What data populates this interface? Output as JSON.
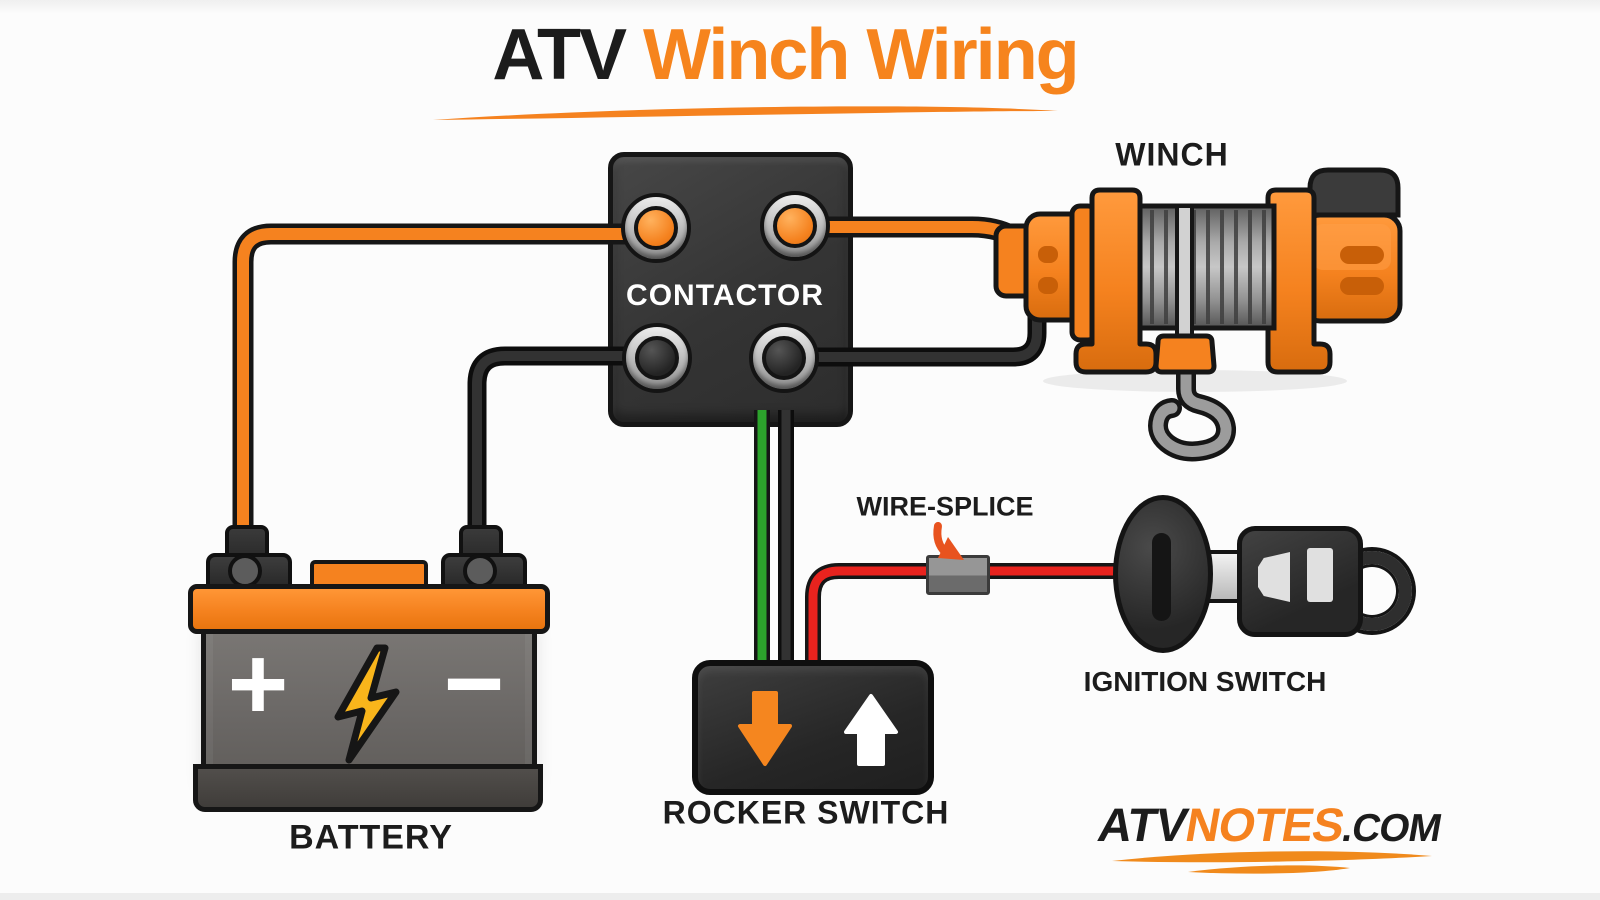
{
  "title": {
    "prefix": "ATV",
    "highlight": "Winch Wiring"
  },
  "labels": {
    "contactor": "CONTACTOR",
    "winch": "WINCH",
    "battery": "BATTERY",
    "rocker_switch": "ROCKER SWITCH",
    "wire_splice": "WIRE-SPLICE",
    "ignition_switch": "IGNITION SWITCH"
  },
  "battery": {
    "positive_symbol": "+",
    "negative_symbol": "−"
  },
  "logo": {
    "part1": "ATV",
    "part2": "NOTES",
    "part3": ".COM"
  },
  "colors": {
    "accent_orange": "#f5821f",
    "title_orange": "#f6841d",
    "bolt_yellow": "#f9b51b",
    "arrow_down_orange": "#f5861f",
    "arrow_up_white": "#ffffff",
    "splice_arrow_orange": "#e8531f",
    "wire_green": "#2ca32c",
    "wire_red": "#e8231e",
    "wire_black": "#323232",
    "wire_orange": "#f5821f"
  },
  "icons": {
    "battery_power": "lightning-bolt",
    "rocker_lower": "down-arrow",
    "rocker_raise": "up-arrow",
    "winch_hook": "hook"
  },
  "wires": [
    {
      "name": "battery-positive-to-contactor",
      "color": "#f5821f"
    },
    {
      "name": "battery-negative-to-contactor",
      "color": "#323232"
    },
    {
      "name": "contactor-to-winch-power",
      "color": "#f5821f"
    },
    {
      "name": "contactor-to-winch-ground",
      "color": "#323232"
    },
    {
      "name": "contactor-to-rocker-green",
      "color": "#2ca32c"
    },
    {
      "name": "contactor-to-rocker-black",
      "color": "#323232"
    },
    {
      "name": "rocker-to-ignition-red",
      "color": "#e8231e"
    }
  ]
}
